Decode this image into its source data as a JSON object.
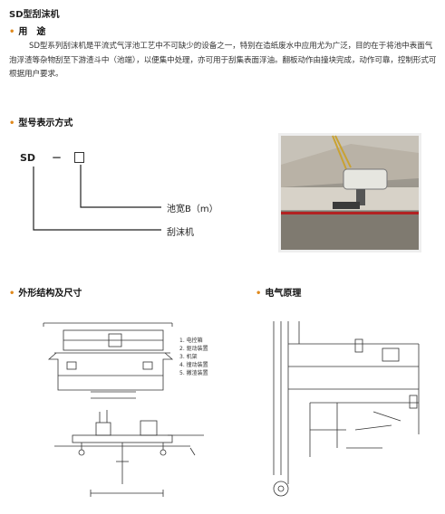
{
  "page": {
    "title": "SD型刮沫机"
  },
  "usage": {
    "heading": "用　途",
    "text": "SD型系列刮沫机是平流式气浮池工艺中不可缺少的设备之一，特别在造纸废水中应用尤为广泛，目的在于将池中表面气泡浮渣等杂物刮至下游渣斗中（池端），以便集中处理，亦可用于刮集表面浮油。翻板动作由撞块完成，动作可靠，控制形式可根据用户要求。"
  },
  "model": {
    "heading": "型号表示方式",
    "code_prefix": "SD",
    "dash": "－",
    "label_width": "池宽B（m）",
    "label_name": "刮沫机"
  },
  "structure": {
    "heading": "外形结构及尺寸",
    "legend": [
      "1. 电控箱",
      "2. 驱动装置",
      "3. 机架",
      "4. 撞动装置",
      "5. 撇渣装置"
    ]
  },
  "electrical": {
    "heading": "电气原理"
  },
  "colors": {
    "bullet": "#e08a1e"
  }
}
